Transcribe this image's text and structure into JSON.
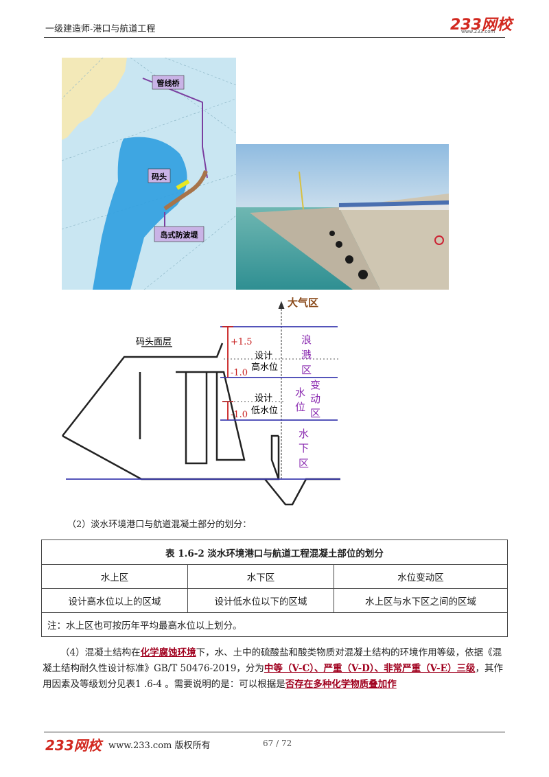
{
  "header": {
    "title": "一级建造师-港口与航道工程",
    "logo": "233网校",
    "url": "www.233.com"
  },
  "map": {
    "labels": {
      "pipe_bridge": "管线桥",
      "wharf": "码头",
      "breakwater": "岛式防波堤"
    }
  },
  "zone_diagram": {
    "atmosphere": "大气区",
    "deck": "码头面层",
    "splash": [
      "浪",
      "溅",
      "区"
    ],
    "tidal_left": [
      "水",
      "位"
    ],
    "tidal_right": [
      "变",
      "动",
      "区"
    ],
    "underwater": [
      "水",
      "下",
      "区"
    ],
    "plus": "+1.5",
    "minus_high": "-1.0",
    "minus_low": "-1.0",
    "design": "设计",
    "high_water": "高水位",
    "low_water": "低水位"
  },
  "section2": "（2）淡水环境港口与航道混凝土部分的划分：",
  "table": {
    "caption": "表 1.6-2 淡水环境港口与航道工程混凝土部位的划分",
    "headers": [
      "水上区",
      "水下区",
      "水位变动区"
    ],
    "row": [
      "设计高水位以上的区域",
      "设计低水位以下的区域",
      "水上区与水下区之间的区域"
    ],
    "note": "注：水上区也可按历年平均最高水位以上划分。"
  },
  "para4": {
    "t1": "（4）混凝土结构在",
    "h1": "化学腐蚀环境",
    "t2": "下，水、土中的硫酸盐和酸类物质对混凝土结构的环境作用等级，依据《混凝土结构耐久性设计标准》GB/T 50476-2019，分为",
    "h2": "中等（V-C）、严重（V-D）、非常严重（V-E）三级",
    "t3": "，其作用因素及等级划分见表1 .6-4 。需要说明的是：可以根据是",
    "h3": "否存在多种化学物质叠加作"
  },
  "footer": {
    "logo": "233网校",
    "site": "www.233.com 版权所有",
    "page": "67 / 72"
  }
}
